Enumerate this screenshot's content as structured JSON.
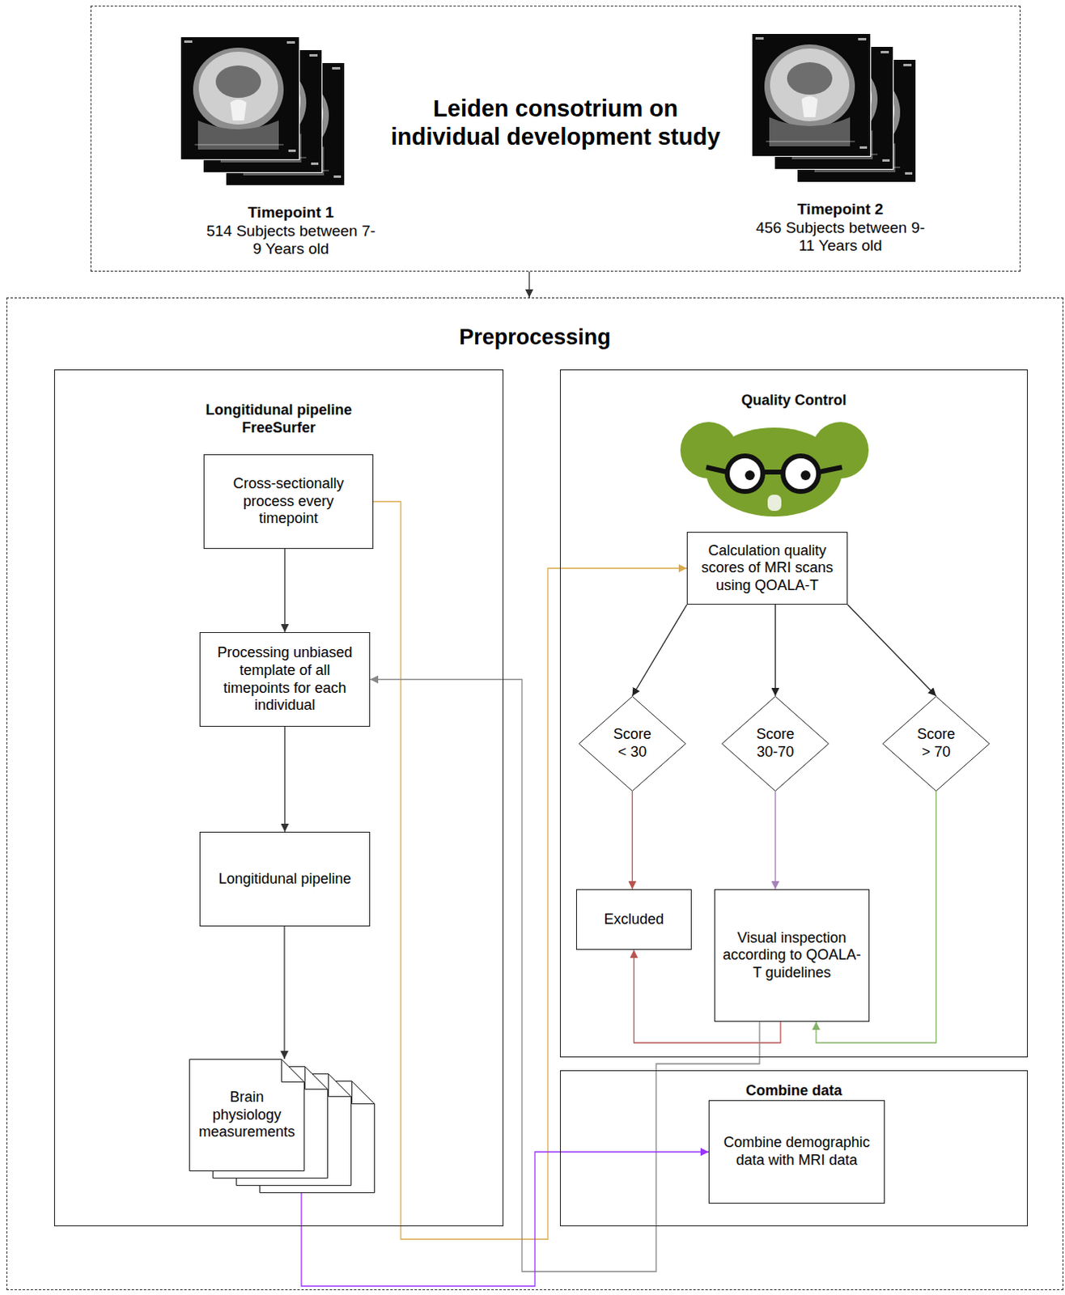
{
  "diagram": {
    "nodes": [
      {
        "text": [
          "Leiden consotrium on individual development study"
        ]
      },
      {
        "text": [
          "Preprocessing"
        ]
      },
      {
        "text": [
          "Longitidunal pipeline FreeSurfer"
        ],
        "in": 1
      },
      {
        "text": [
          "Cross-sectionally process every timepoint"
        ],
        "in": 2
      },
      {
        "text": [
          "Processing unbiased template of all timepoints for each individual"
        ],
        "in": 2
      },
      {
        "text": [
          "Longitidunal pipeline"
        ],
        "in": 2
      },
      {
        "text": [
          "Brain physiology measurements"
        ],
        "in": 2
      },
      {
        "text": [
          "Quality Control"
        ],
        "in": 1
      },
      {
        "text": [
          "Calculation quality scores of MRI scans using QOALA-T"
        ],
        "in": 7
      },
      {
        "text": [
          "Score < 30"
        ],
        "in": 7
      },
      {
        "text": [
          "Score 30-70"
        ],
        "in": 7
      },
      {
        "text": [
          "Score > 70"
        ],
        "in": 7
      },
      {
        "text": [
          "Excluded"
        ],
        "in": 7
      },
      {
        "text": [
          "Visual inspection according to QOALA-T guidelines"
        ],
        "in": 7
      },
      {
        "text": [
          "Combine data"
        ],
        "in": 1
      },
      {
        "text": [
          "Combine demographic data with MRI data"
        ],
        "in": 14
      }
    ],
    "edges": [
      {
        "from": 0,
        "to": 1,
        "arrow": "to"
      },
      {
        "from": 3,
        "to": 4,
        "arrow": "to"
      },
      {
        "from": 4,
        "to": 5,
        "arrow": "to"
      },
      {
        "from": 5,
        "to": 6,
        "arrow": "to"
      },
      {
        "from": 3,
        "to": 8,
        "arrow": "to"
      },
      {
        "from": 8,
        "to": 9,
        "arrow": "to"
      },
      {
        "from": 8,
        "to": 10,
        "arrow": "to"
      },
      {
        "from": 8,
        "to": 11,
        "arrow": "to"
      },
      {
        "from": 9,
        "to": 12,
        "arrow": "to"
      },
      {
        "from": 10,
        "to": 13,
        "arrow": "to"
      },
      {
        "from": 11,
        "to": 13,
        "arrow": "to"
      },
      {
        "from": 13,
        "to": 12,
        "arrow": "to"
      },
      {
        "from": 13,
        "to": 4,
        "arrow": "to"
      },
      {
        "from": 6,
        "to": 15,
        "arrow": "to"
      }
    ],
    "labels": [
      "Timepoint 1",
      "514 Subjects between 7-9 Years old",
      "Timepoint 2",
      "456 Subjects between 9-11 Years old"
    ]
  }
}
